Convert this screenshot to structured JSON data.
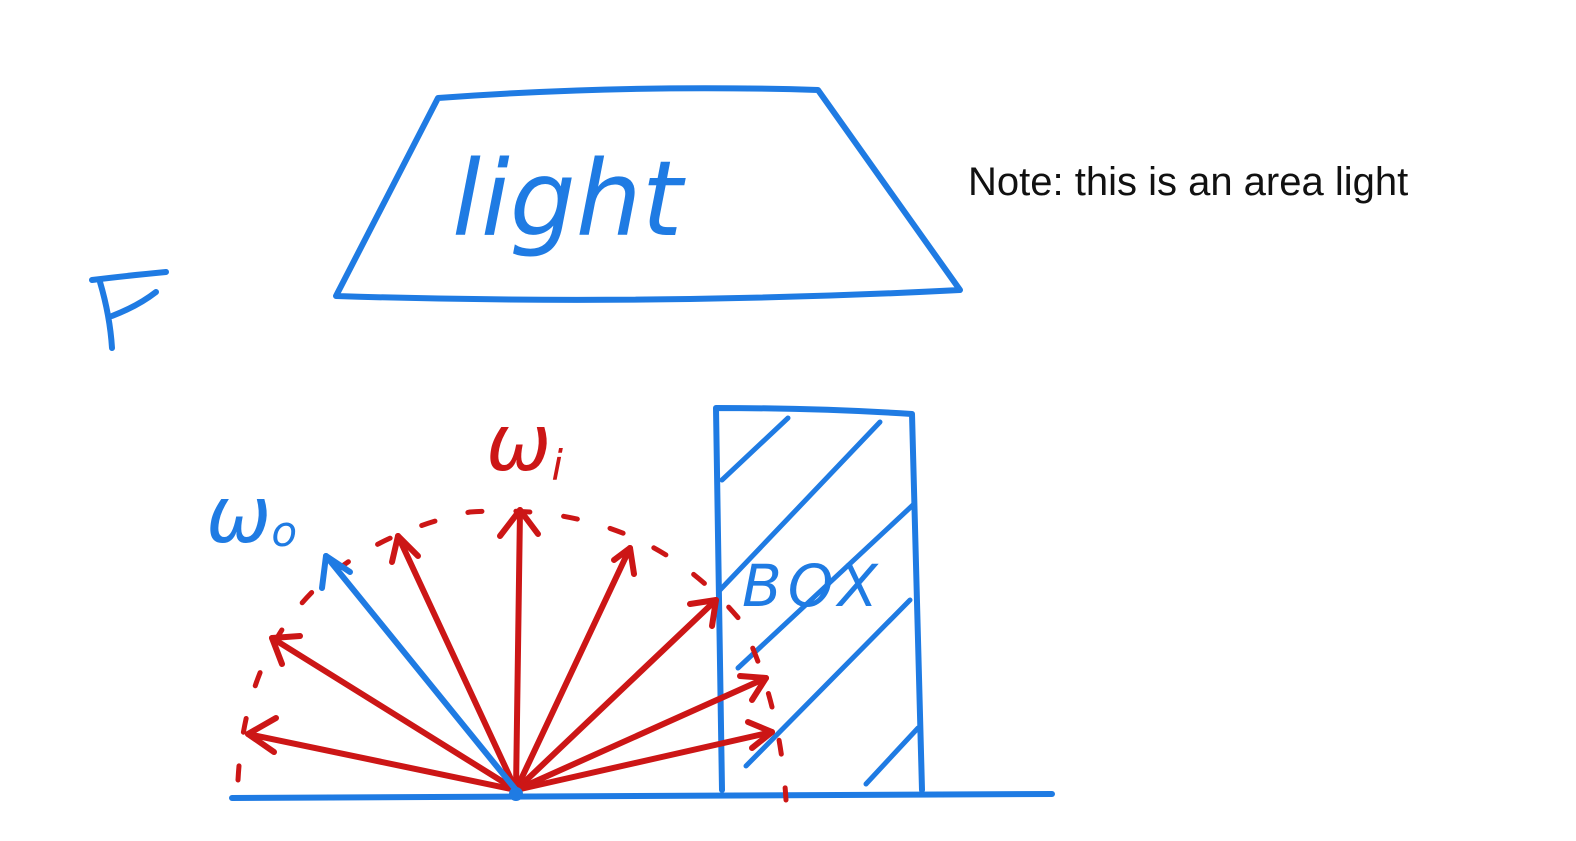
{
  "light_label": "light",
  "note_text": "Note: this is an area light",
  "box_label": "BOX",
  "wo_label": "ω",
  "wo_sub": "o",
  "wi_label": "ω",
  "wi_sub": "i",
  "colors": {
    "blue": "#1f7be3",
    "red": "#cc1616",
    "text": "#111111",
    "background": "#ffffff"
  },
  "icons": [
    "eye-icon"
  ]
}
